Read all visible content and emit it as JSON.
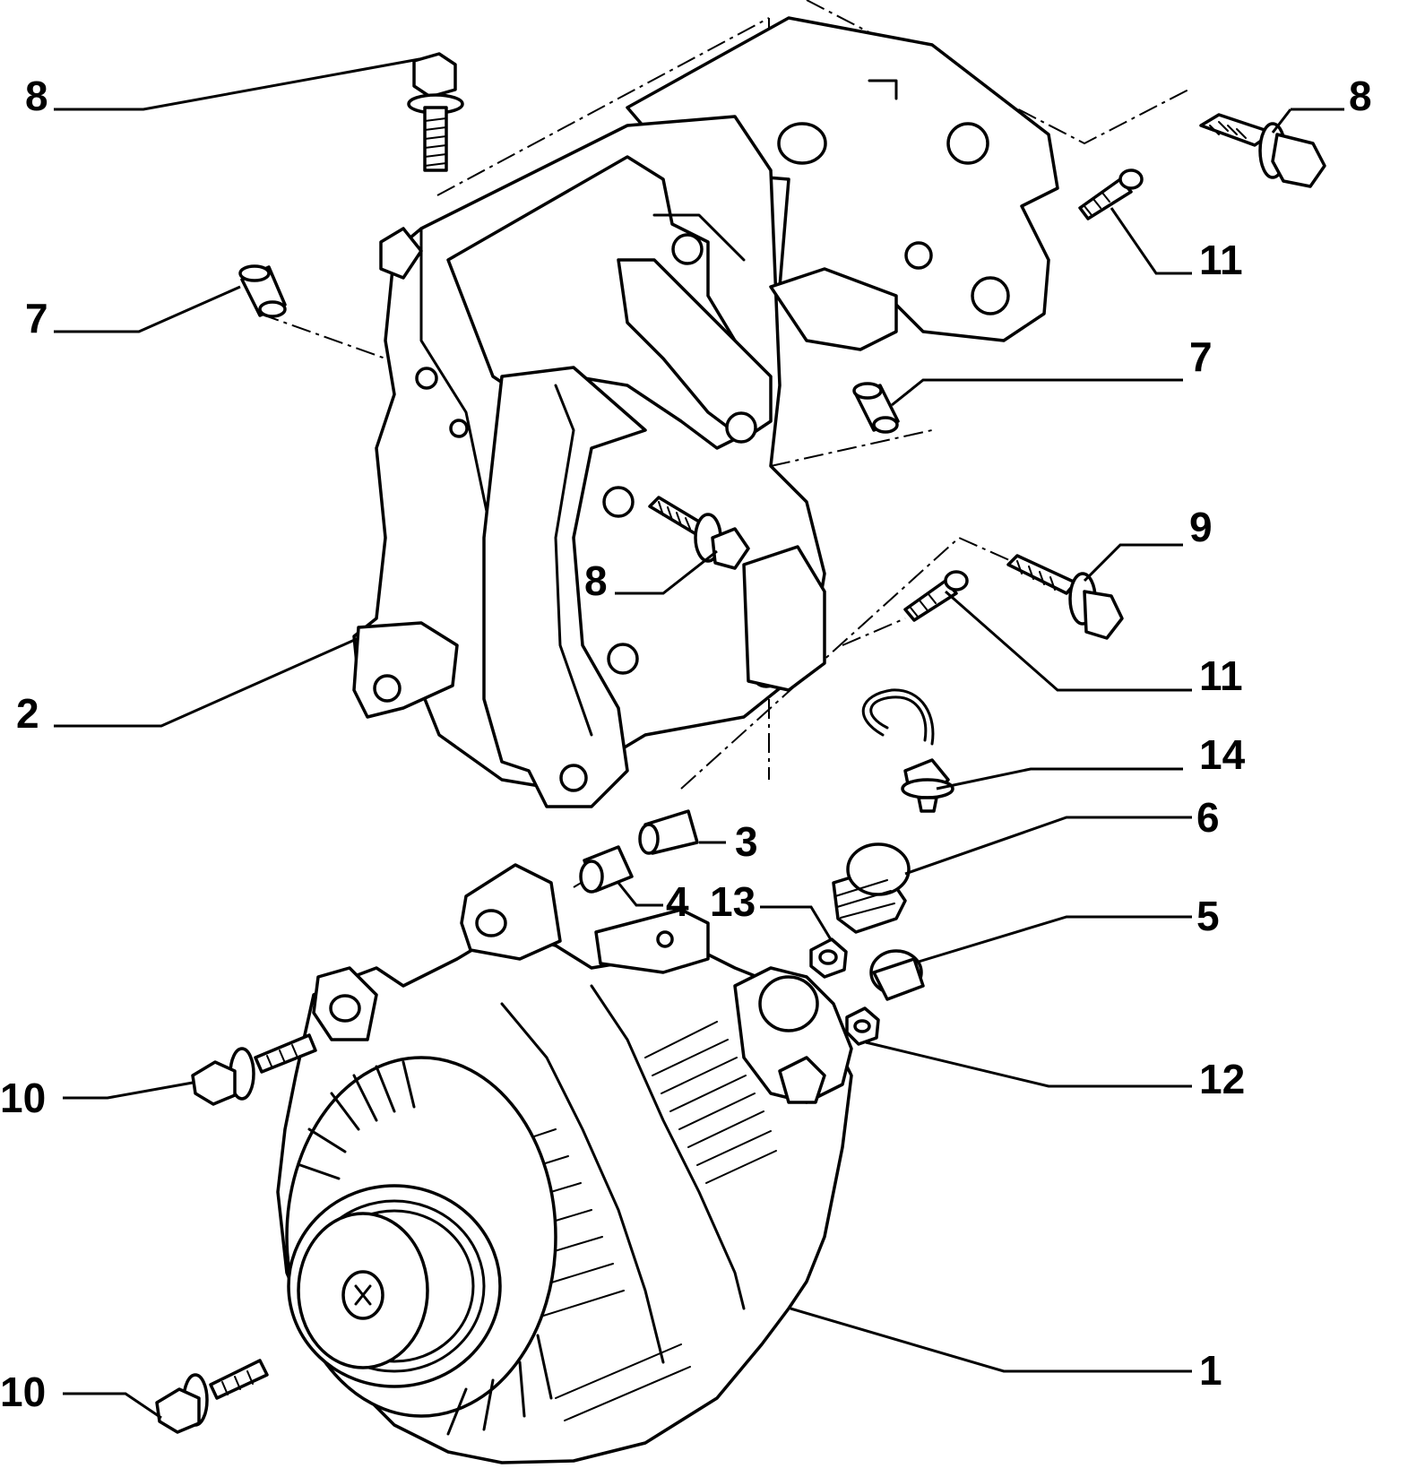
{
  "callouts": {
    "c1": "1",
    "c2": "2",
    "c3": "3",
    "c4": "4",
    "c5": "5",
    "c6": "6",
    "c7a": "7",
    "c7b": "7",
    "c8a": "8",
    "c8b": "8",
    "c8c": "8",
    "c9": "9",
    "c10a": "10",
    "c10b": "10",
    "c11a": "11",
    "c11b": "11",
    "c12": "12",
    "c13": "13",
    "c14": "14"
  }
}
